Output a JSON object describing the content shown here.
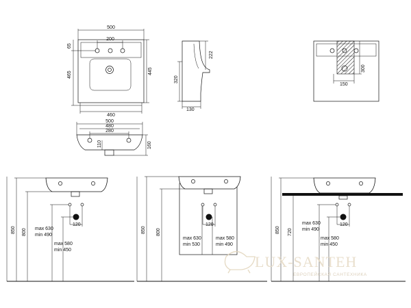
{
  "top_plan": {
    "width_top": "500",
    "tap_spacing": "200",
    "dim_65": "65",
    "depth_465": "465",
    "depth_445": "445",
    "width_bottom": "460"
  },
  "side_view": {
    "dim_222": "222",
    "dim_320": "320",
    "dim_130": "130"
  },
  "rear_view": {
    "dim_300": "300",
    "dim_150": "150"
  },
  "front_view": {
    "dim_500": "500",
    "dim_480": "480",
    "dim_280": "280",
    "dim_110": "110",
    "dim_160": "160"
  },
  "install_1": {
    "h_850": "850",
    "h_800": "800",
    "dim_120": "120",
    "range_upper_max": "max 630",
    "range_upper_min": "min 490",
    "range_lower_max": "max 580",
    "range_lower_min": "min 450"
  },
  "install_2": {
    "h_850": "850",
    "h_800": "800",
    "dim_120": "120",
    "range_left_max": "max 630",
    "range_left_min": "min 530",
    "range_right_max": "max 580",
    "range_right_min": "min 490"
  },
  "install_3": {
    "h_850": "850",
    "h_720": "720",
    "dim_120": "120",
    "range_upper_max": "max 630",
    "range_upper_min": "min 490",
    "range_lower_max": "max 580",
    "range_lower_min": "min 450"
  },
  "watermark": {
    "brand": "LUX-SANTEH",
    "tagline": "ЕВРОПЕЙСКАЯ САНТЕХНИКА"
  }
}
